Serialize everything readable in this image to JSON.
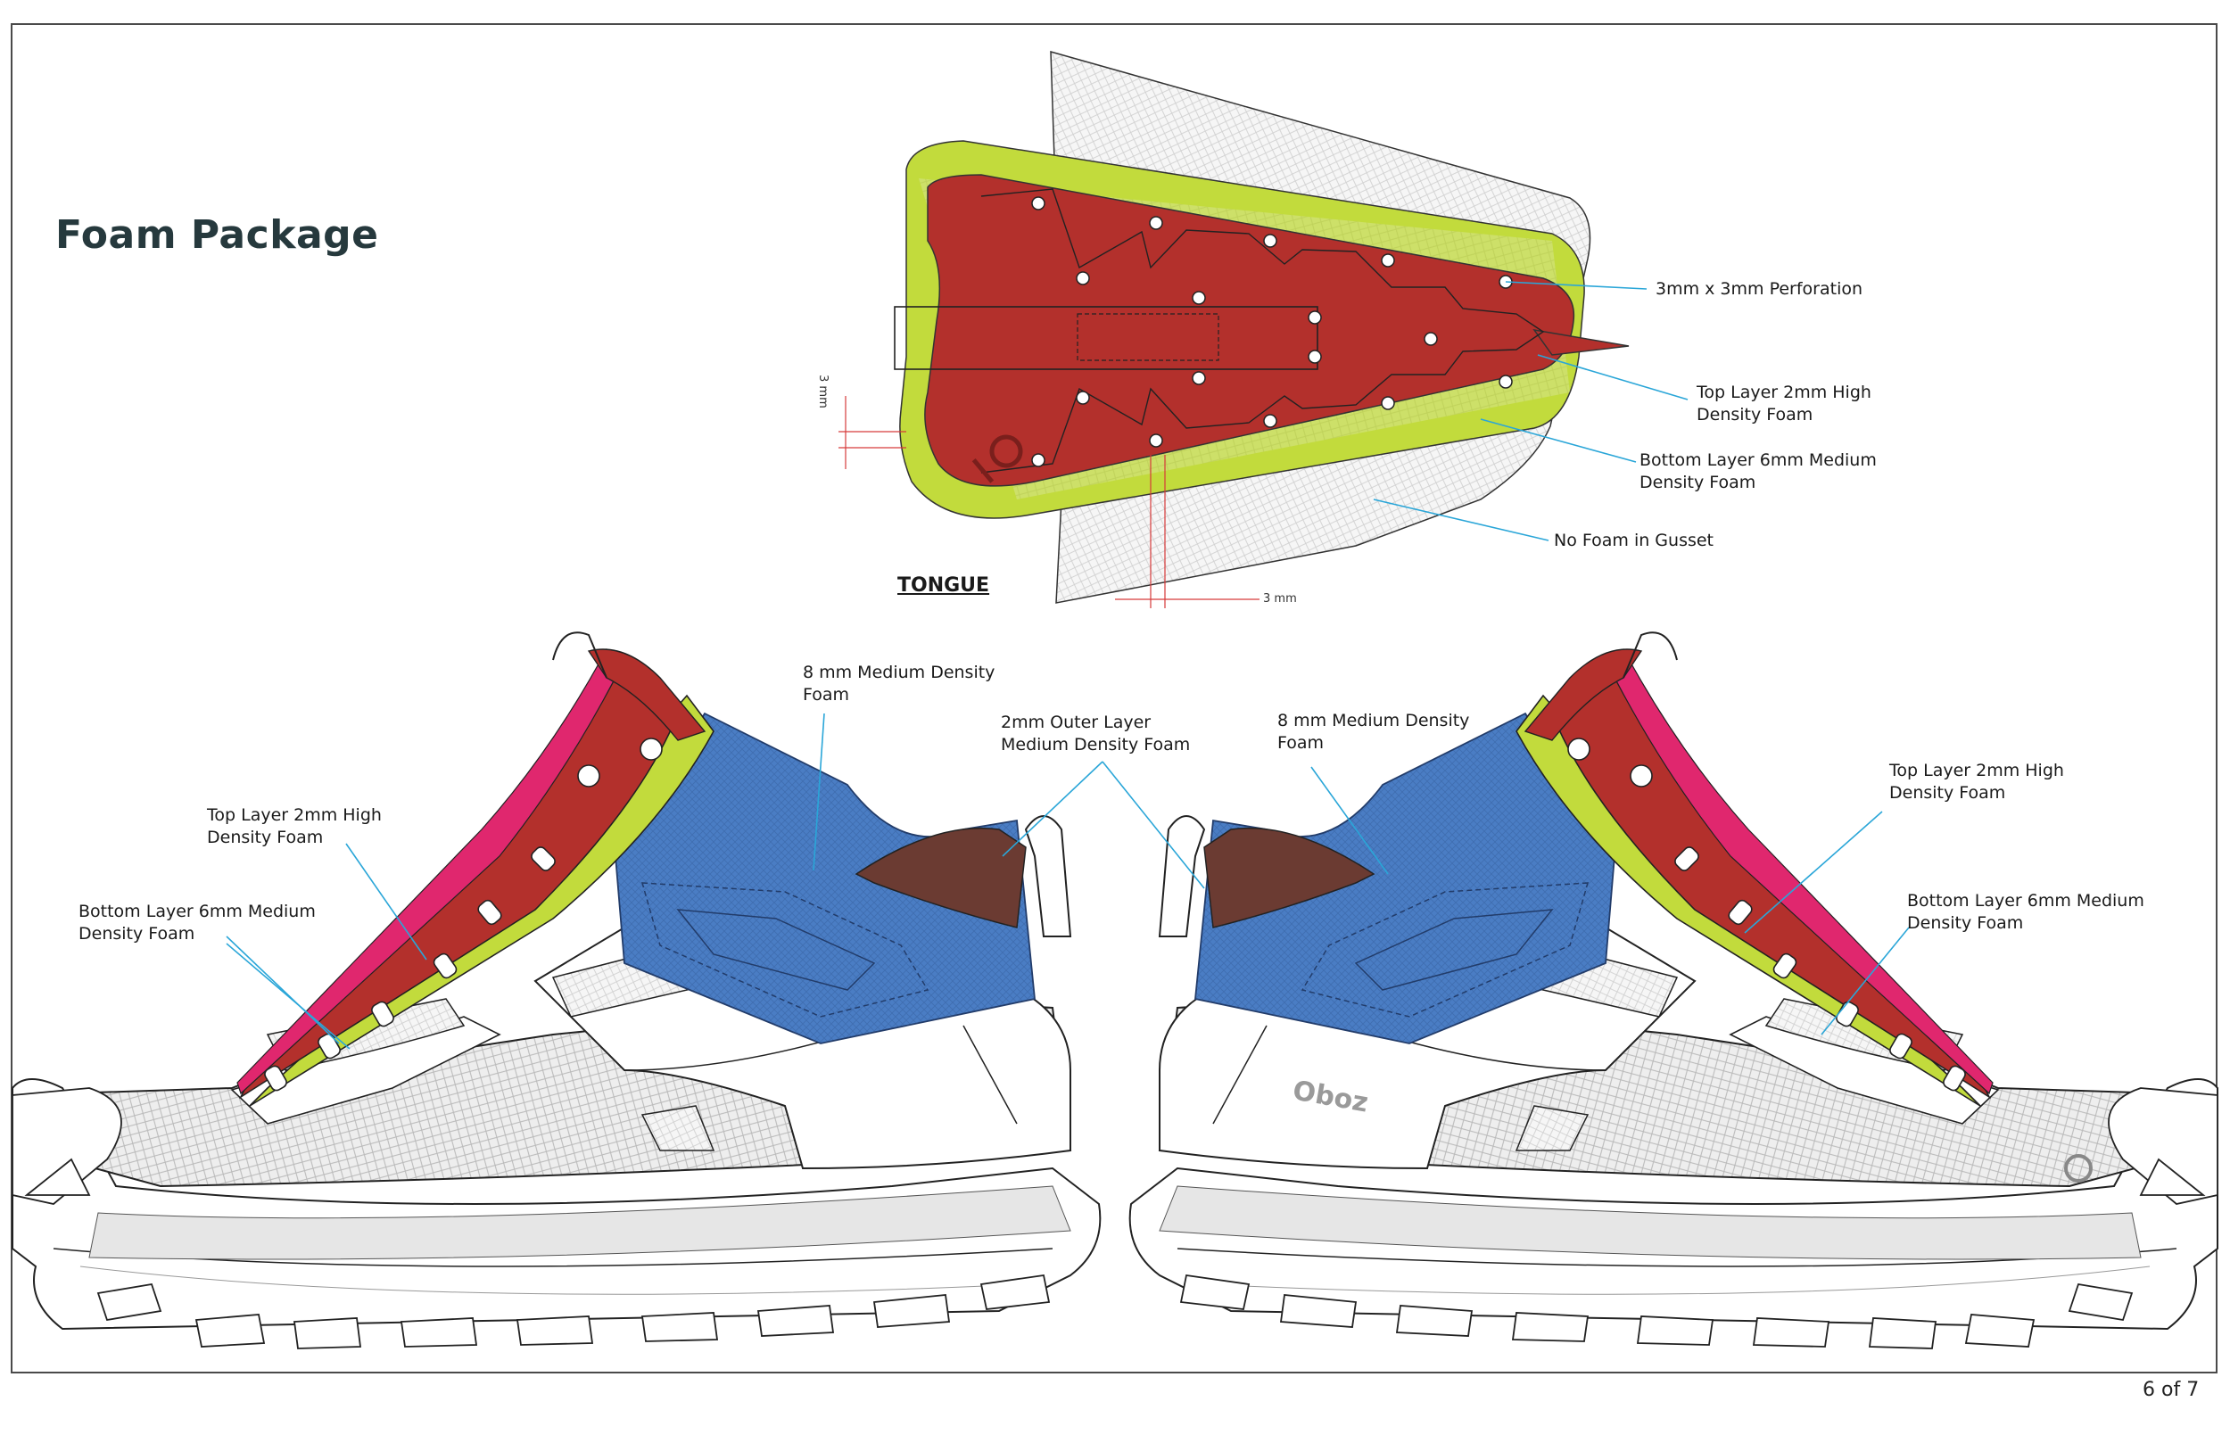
{
  "title": "Foam Package",
  "page_number": "6 of 7",
  "tongue": {
    "label": "TONGUE",
    "dimension_vertical": "3 mm",
    "dimension_horizontal": "3 mm",
    "callouts": {
      "perforation": "3mm x 3mm Perforation",
      "top_layer": "Top Layer 2mm High\nDensity Foam",
      "bottom_layer": "Bottom Layer 6mm Medium\nDensity Foam",
      "no_foam": "No Foam in Gusset"
    }
  },
  "left_shoe": {
    "top_layer": "Top Layer 2mm High\nDensity Foam",
    "bottom_layer": "Bottom Layer 6mm Medium\nDensity Foam",
    "collar_foam": "8 mm Medium Density\nFoam"
  },
  "center": {
    "outer_layer": "2mm Outer Layer\nMedium Density Foam"
  },
  "right_shoe": {
    "collar_foam": "8 mm Medium Density\nFoam",
    "top_layer": "Top Layer 2mm High\nDensity Foam",
    "bottom_layer": "Bottom Layer 6mm Medium\nDensity Foam",
    "brand_logo": "Oboz"
  },
  "colors": {
    "high_density": "#b3302c",
    "medium_density": "#c2db3c",
    "collar_blue": "#4a7dc4",
    "lining_brown": "#6b3b32",
    "pink_edge": "#e0276e",
    "leader_line": "#2aa6d8",
    "mesh_grey": "#d4d4d4",
    "title": "#26393d"
  }
}
